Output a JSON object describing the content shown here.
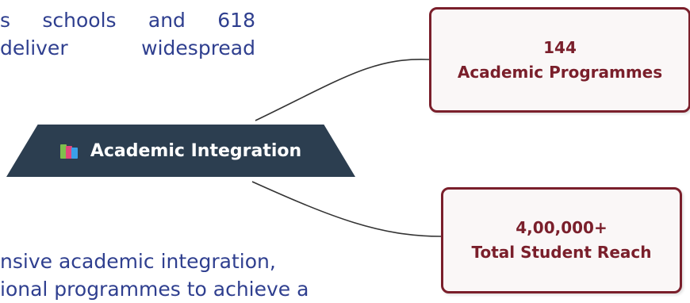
{
  "paragraph_top": {
    "line1": "s schools and 618",
    "line2": "deliver widespread"
  },
  "center_node": {
    "label": "Academic Integration",
    "icon": "books-icon"
  },
  "cards": [
    {
      "value": "144",
      "label": "Academic Programmes"
    },
    {
      "value": "4,00,000+",
      "label": "Total Student Reach"
    }
  ],
  "paragraph_bottom": {
    "line1": "nsive academic integration,",
    "line2": "ional programmes to achieve a"
  },
  "colors": {
    "paragraph_text": "#2f3f8f",
    "center_node_bg": "#2c3e50",
    "card_accent": "#7a1f2b",
    "connector": "#333333"
  }
}
